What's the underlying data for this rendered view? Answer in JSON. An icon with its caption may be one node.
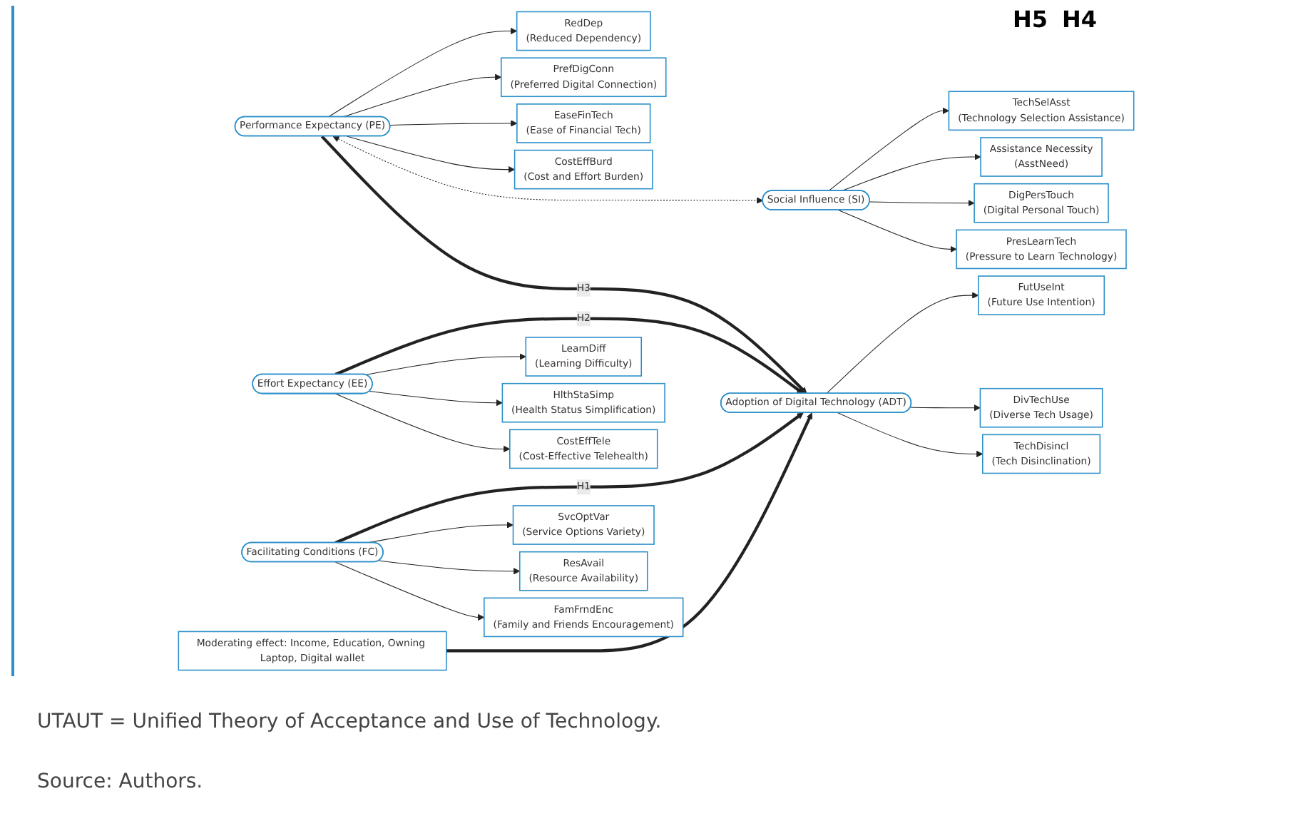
{
  "diagram": {
    "caption": "UTAUT = Unified Theory of Acceptance and Use of Technology.",
    "nodes": [
      {
        "text": [
          "RedDep",
          "(Reduced Dependency)"
        ]
      },
      {
        "text": [
          "TechSelAsst",
          "(Technology Selection Assistance)"
        ]
      },
      {
        "text": [
          "Assistance Necessity",
          "(AsstNeed)"
        ]
      },
      {
        "text": [
          "DigPersTouch",
          "(Digital Personal Touch)"
        ]
      },
      {
        "text": [
          "PresLearnTech",
          "(Pressure to Learn Technology)"
        ]
      },
      {
        "text": [
          "PrefDigConn",
          "(Preferred Digital Connection)"
        ]
      },
      {
        "text": [
          "Performance Expectancy (PE)"
        ]
      },
      {
        "text": [
          "Social Influence (SI)"
        ]
      },
      {
        "text": [
          "FutUseInt",
          "(Future Use Intention)"
        ]
      },
      {
        "text": [
          "EaseFinTech",
          "(Ease of Financial Tech)"
        ]
      },
      {
        "text": [
          "CostEffBurd",
          "(Cost and Effort Burden)"
        ]
      },
      {
        "text": [
          "Adoption of Digital Technology (ADT)"
        ]
      },
      {
        "text": [
          "DivTechUse",
          "(Diverse Tech Usage)"
        ]
      },
      {
        "text": [
          "LearnDiff",
          "(Learning Difficulty)"
        ]
      },
      {
        "text": [
          "Facilitating Conditions (FC)"
        ]
      },
      {
        "text": [
          "HlthStaSimp",
          "(Health Status Simplification)"
        ]
      },
      {
        "text": [
          "Effort Expectancy (EE)"
        ]
      },
      {
        "text": [
          "Moderating effect: Income, Education, Owning Laptop, Digital wallet"
        ]
      },
      {
        "text": [
          "TechDisincl",
          "(Tech Disinclination)"
        ]
      },
      {
        "text": [
          "CostEffTele",
          "(Cost-Effective Telehealth)"
        ]
      },
      {
        "text": [
          "SvcOptVar",
          "(Service Options Variety)"
        ]
      },
      {
        "text": [
          "ResAvail",
          "(Resource Availability)"
        ]
      },
      {
        "text": [
          "FamFrndEnc",
          "(Family and Friends Encouragement)"
        ]
      }
    ],
    "edges": [
      {
        "from": 6,
        "to": 0,
        "arrow": "to"
      },
      {
        "from": 6,
        "to": 5,
        "arrow": "to"
      },
      {
        "from": 6,
        "to": 9,
        "arrow": "to"
      },
      {
        "from": 6,
        "to": 10,
        "arrow": "to"
      },
      {
        "from": 7,
        "to": 1,
        "arrow": "to"
      },
      {
        "from": 7,
        "to": 2,
        "arrow": "to"
      },
      {
        "from": 7,
        "to": 3,
        "arrow": "to"
      },
      {
        "from": 7,
        "to": 4,
        "arrow": "to"
      },
      {
        "from": 6,
        "to": 7,
        "arrow": "both",
        "style": "dashed"
      },
      {
        "from": 6,
        "to": 11,
        "arrow": "to",
        "style": "thick",
        "label": "H3"
      },
      {
        "from": 16,
        "to": 11,
        "arrow": "to",
        "style": "thick",
        "label": "H2"
      },
      {
        "from": 14,
        "to": 11,
        "arrow": "to",
        "style": "thick",
        "label": "H1"
      },
      {
        "from": 17,
        "to": 11,
        "arrow": "to",
        "style": "thick"
      },
      {
        "from": 11,
        "to": 8,
        "arrow": "to"
      },
      {
        "from": 11,
        "to": 12,
        "arrow": "to"
      },
      {
        "from": 11,
        "to": 18,
        "arrow": "to"
      },
      {
        "from": 16,
        "to": 13,
        "arrow": "to"
      },
      {
        "from": 16,
        "to": 15,
        "arrow": "to"
      },
      {
        "from": 16,
        "to": 19,
        "arrow": "to"
      },
      {
        "from": 14,
        "to": 20,
        "arrow": "to"
      },
      {
        "from": 14,
        "to": 21,
        "arrow": "to"
      },
      {
        "from": 14,
        "to": 22,
        "arrow": "to"
      }
    ],
    "labels": [
      "H5",
      "H4",
      "Source: Authors."
    ]
  }
}
